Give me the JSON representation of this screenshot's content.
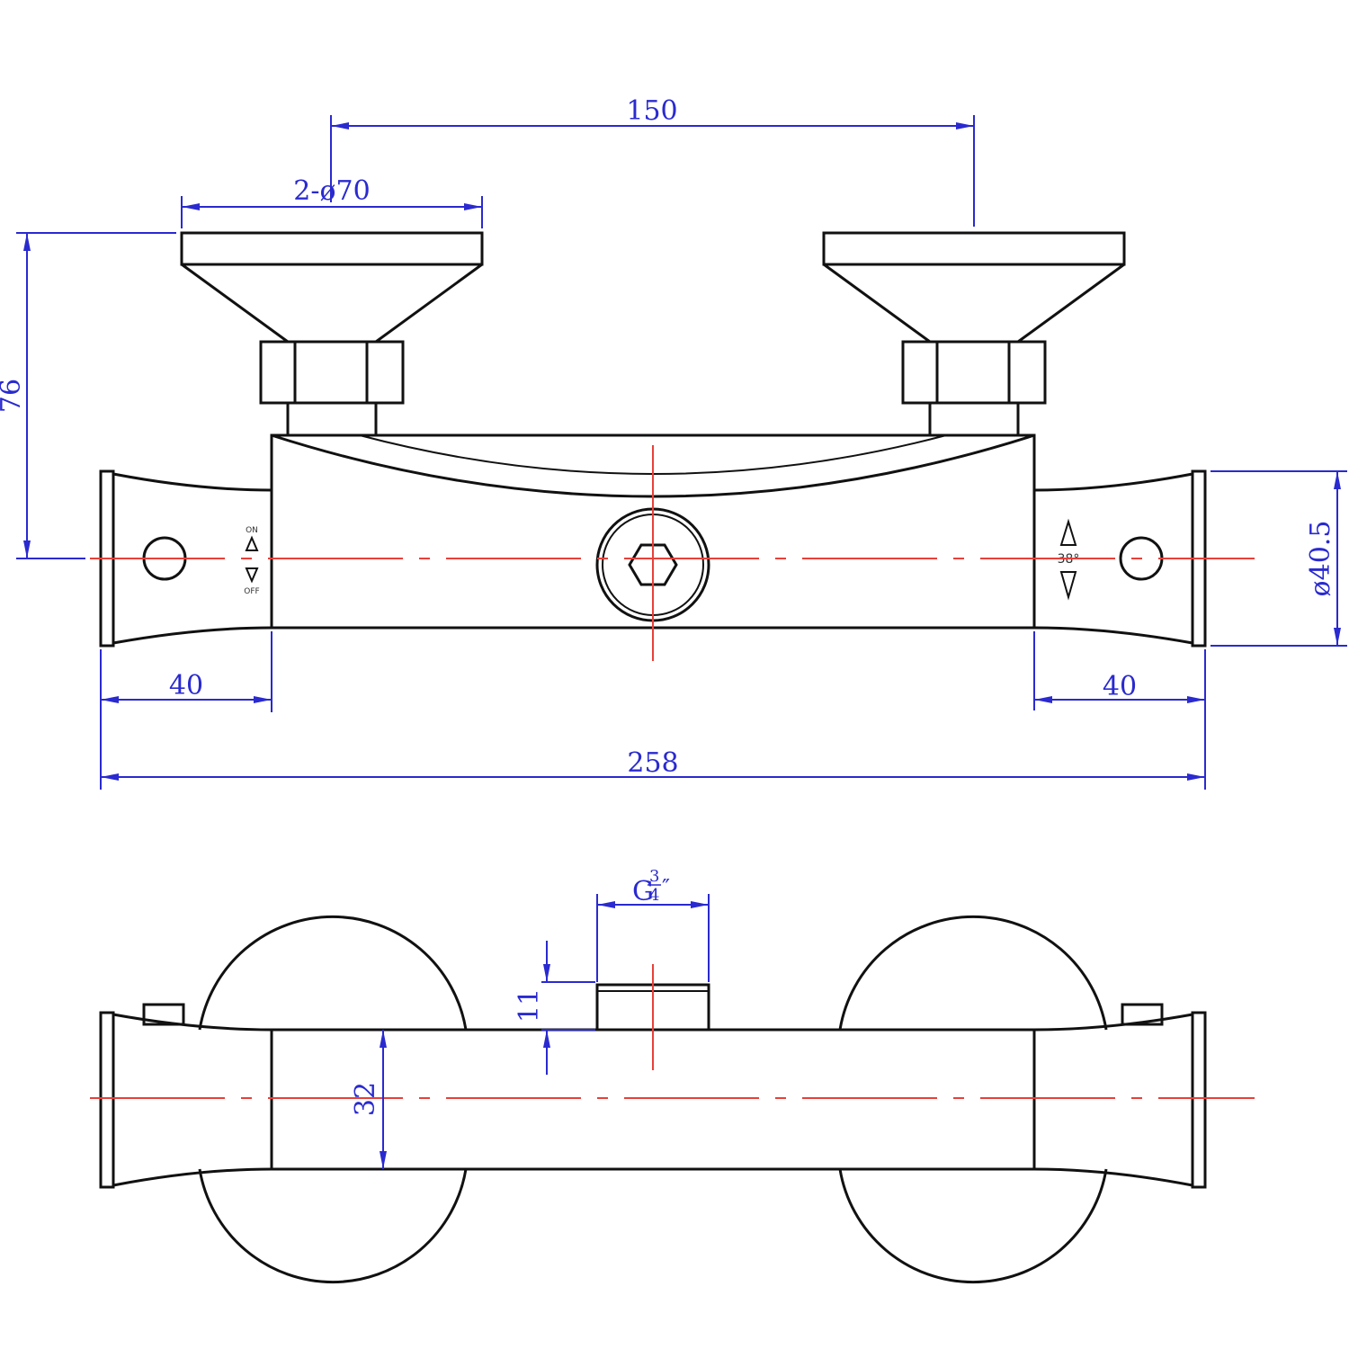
{
  "dimensions": {
    "handle_spacing": "150",
    "handle_diameter": "2-ø70",
    "height": "76",
    "body_diameter": "ø40.5",
    "left_end": "40",
    "right_end": "40",
    "overall_length": "258",
    "thread": "G",
    "thread_num": "3",
    "thread_den": "4",
    "thread_mark": "″",
    "outlet_height": "11",
    "body_depth": "32"
  },
  "markings": {
    "left_on": "ON",
    "left_off": "OFF",
    "right_temp": "38°"
  },
  "colors": {
    "outline": "#111111",
    "dimension": "#2a2ad0",
    "centerline": "#e8403a"
  }
}
